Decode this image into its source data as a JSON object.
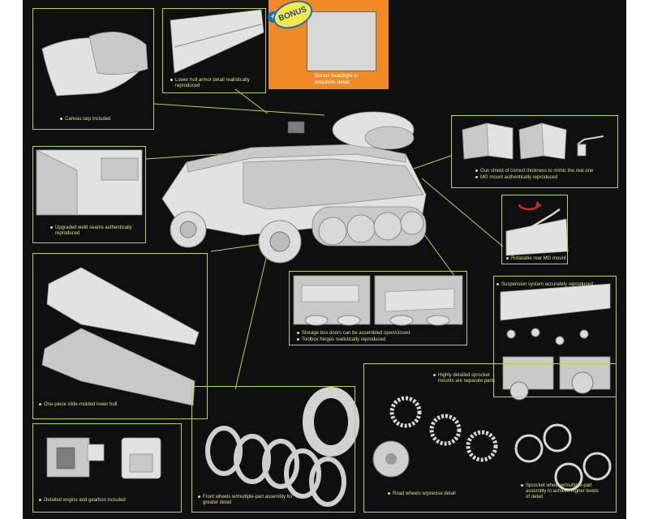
{
  "captions": {
    "canvas_tarp": "Canvas tarp included",
    "lower_hull_armor": "Lower hull armor detail realistically reproduced",
    "bonus_badge": "BONUS",
    "bonus_headlight": "Bonus headlight in exquisite detail",
    "gun_shield": "Gun shield of correct thickness to mimic the real one",
    "mg_mount": "MG mount authentically reproduced",
    "weld_seams": "Upgraded weld seams authentically reproduced",
    "rear_mg_mount": "Rotatable rear MG mount",
    "suspension": "Suspension system accurately reproduced",
    "storage_doors": "Storage box doors can be assembled open/closed",
    "toolbox_hinges": "Toolbox hinges realistically reproduced",
    "lower_hull": "One-piece slide-molded lower hull",
    "sprocket_mounts": "Highly detailed sprocket mounts are separate parts",
    "engine": "Detailed engine and gearbox included",
    "front_wheels": "Front wheels w/multiple-part assembly for greater detail",
    "road_wheels": "Road wheels w/precise detail",
    "sprocket_wheel": "Sprocket wheel w/multiple-part assembly to achieve higher levels of detail"
  },
  "colors": {
    "background": "#0f0f0f",
    "accent_line": "#b8d24a",
    "bonus_orange": "#f08a24"
  }
}
